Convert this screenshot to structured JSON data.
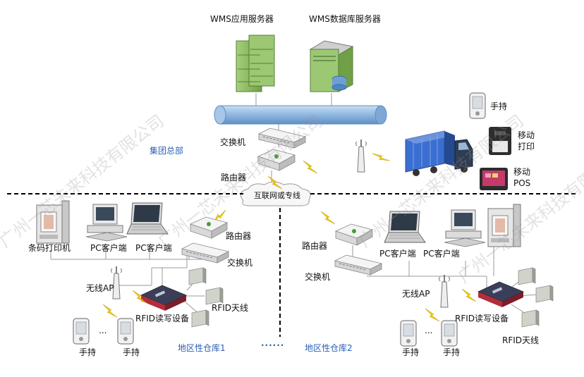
{
  "labels": {
    "wms_app_server": "WMS应用服务器",
    "wms_db_server": "WMS数据库服务器",
    "handheld_top": "手持",
    "mobile_print": "移动打印",
    "mobile_pos": "移动POS",
    "group_hq": "集团总部",
    "switch_hq": "交换机",
    "router_hq": "路由器",
    "internet": "互联网或专线",
    "barcode_printer": "条码打印机",
    "pc_client_1": "PC客户端",
    "pc_client_2": "PC客户端",
    "router_w1": "路由器",
    "switch_w1": "交换机",
    "wireless_ap_1": "无线AP",
    "rfid_reader_1": "RFID读写设备",
    "rfid_antenna_1": "RFID天线",
    "handheld_w1a": "手持",
    "handheld_w1b": "手持",
    "ellipsis_1": "...",
    "warehouse_1": "地区性仓库1",
    "dots_between": "......",
    "warehouse_2": "地区性仓库2",
    "router_w2": "路由器",
    "switch_w2": "交换机",
    "pc_client_3": "PC客户端",
    "pc_client_4": "PC客户端",
    "wireless_ap_2": "无线AP",
    "rfid_reader_2": "RFID读写设备",
    "rfid_antenna_2": "RFID天线",
    "handheld_w2a": "手持",
    "handheld_w2b": "手持",
    "ellipsis_2": "..."
  },
  "watermark": "广州一芯未来科技有限公司",
  "colors": {
    "server_green": "#8cc063",
    "backbone_blue": "#8fb6e0",
    "lightning_yellow": "#f2d600",
    "label_blue": "#2b5fb8",
    "truck_blue": "#3a6fd1"
  }
}
